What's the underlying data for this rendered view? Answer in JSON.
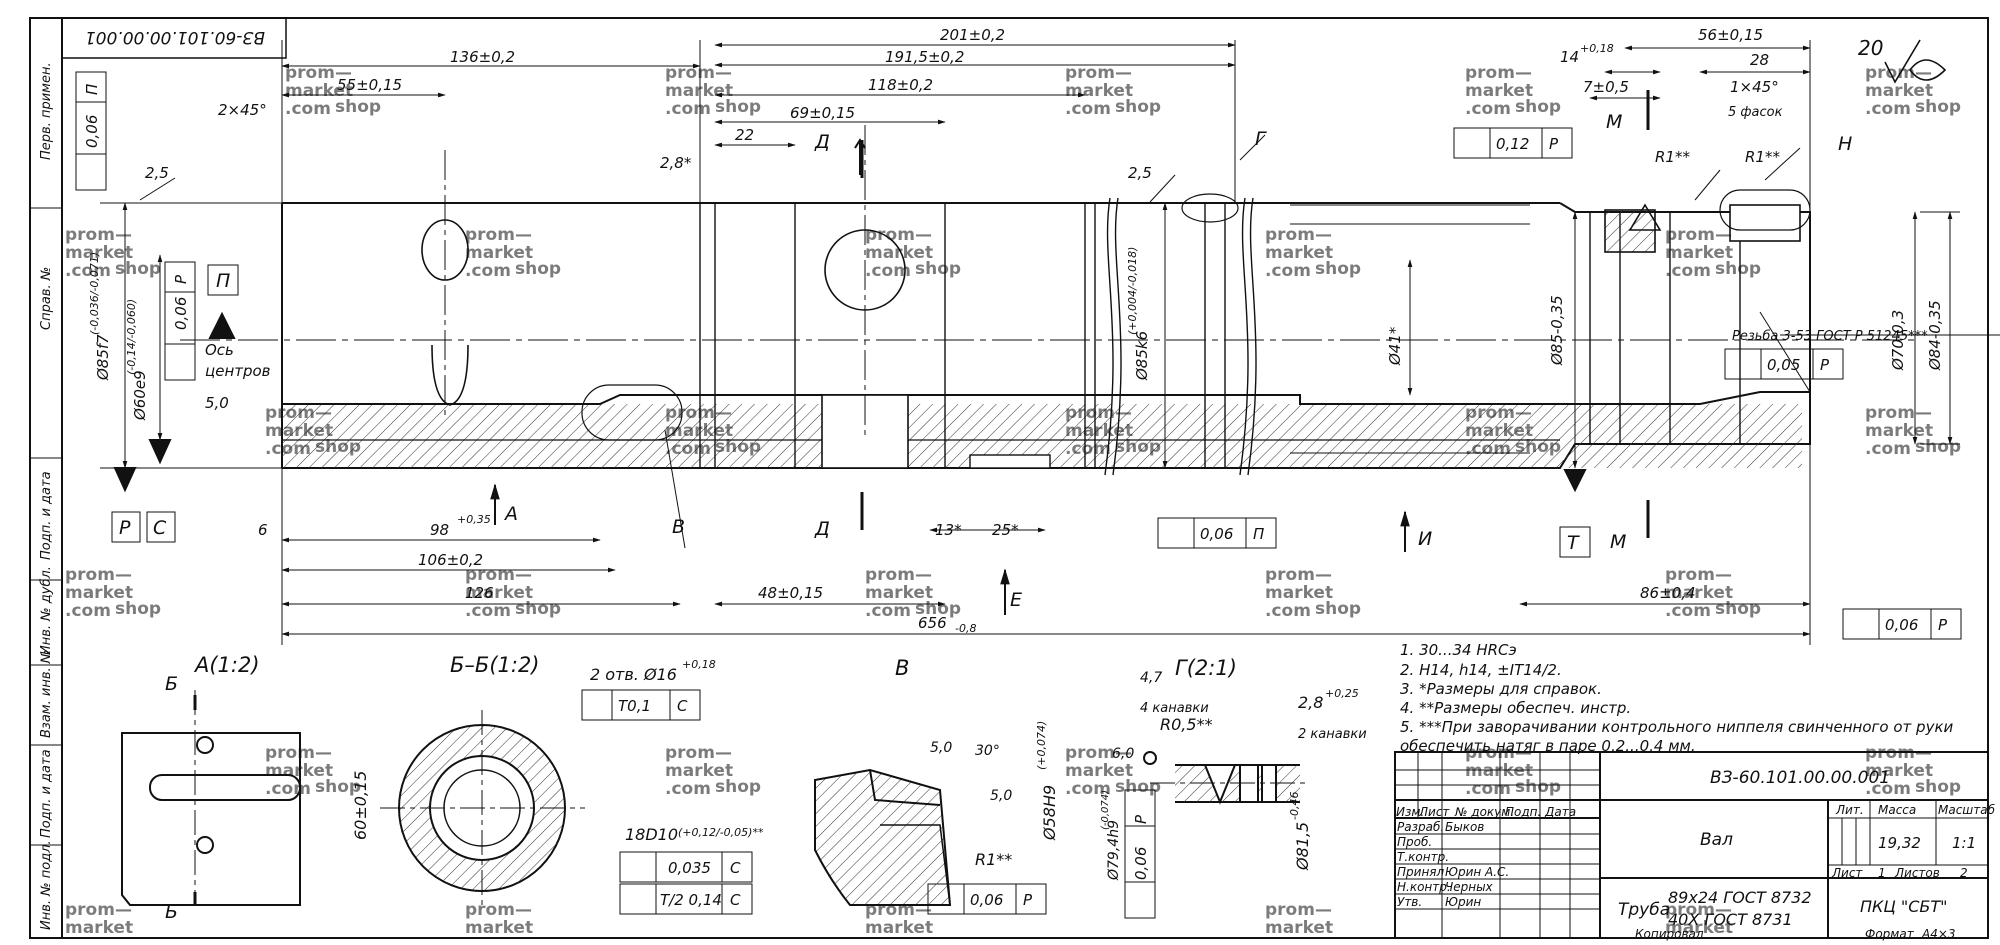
{
  "drawing_number": "ВЗ-60.101.00.00.001",
  "drawing_number_rotated": "ВЗ-60.101.00.00.001",
  "side_labels": [
    "Перв. примен.",
    "Справ. №",
    "Подп. и дата",
    "Инв. № дубл.",
    "Взам. инв. №",
    "Подп. и дата",
    "Инв. № подл."
  ],
  "dimensions": {
    "d136": "136±0,2",
    "d201": "201±0,2",
    "d1915": "191,5±0,2",
    "d118": "118±0,2",
    "d69": "69±0,15",
    "d55": "55±0,15",
    "c2x45": "2×45°",
    "d22": "22",
    "d28star": "2,8*",
    "d25top": "2,5",
    "d25left": "2,5",
    "d50left": "5,0",
    "d56": "56±0,15",
    "d28": "28",
    "d1x45": "1×45°",
    "fasok": "5 фасок",
    "d14": "14",
    "d14tol": "+0,18",
    "d7": "7±0,5",
    "r1a": "R1**",
    "r1b": "R1**",
    "dia85f7": "Ø85f7",
    "dia85f7tol": "(-0,036/-0,071)",
    "dia60e9": "Ø60e9",
    "dia60e9tol": "(-0,14/-0,060)",
    "dia85k6": "Ø85k6",
    "dia85k6tol": "(+0,004/-0,018)",
    "dia41": "Ø41*",
    "dia85m": "Ø85-0,35",
    "dia70": "Ø70-0,3",
    "dia84": "Ø84-0,35",
    "thread": "Резьба 3-53 ГОСТ Р 51245***",
    "axis_label_1": "Ось",
    "axis_label_2": "центров",
    "d98": "98",
    "d98tol": "+0,35",
    "d106": "106±0,2",
    "d126": "126",
    "d6": "6",
    "d48": "48±0,15",
    "d13": "13*",
    "d25star": "25*",
    "d656": "656",
    "d656tol": "-0,8",
    "d86": "86±0,4",
    "rough": "20"
  },
  "letters": {
    "A_arrow": "А",
    "V_lead": "В",
    "D_top": "Д",
    "D_bot": "Д",
    "E_arrow": "Е",
    "G_lead": "Г",
    "I_arrow": "И",
    "M_top": "М",
    "M_bot": "М",
    "N_lead": "Н",
    "P_box": "П",
    "R_box": "Р",
    "S_box": "С",
    "T_box": "Т"
  },
  "tolerance_frames": {
    "f1": {
      "v": "0,06",
      "b": "П"
    },
    "f2": {
      "v": "0,06",
      "b": "Р"
    },
    "f3": {
      "v": "0,12",
      "b": "Р"
    },
    "f4": {
      "v": "0,05",
      "b": "Р"
    },
    "f5": {
      "v": "0,06",
      "b": "П"
    },
    "f6": {
      "v": "0,06",
      "b": "Р"
    },
    "f7": {
      "v": "Т0,1",
      "b": "С"
    },
    "f8": {
      "v": "0,035",
      "b": "С"
    },
    "f9": {
      "v": "Т/2 0,14",
      "b": "С"
    },
    "f10": {
      "v": "0,06",
      "b": "Р"
    },
    "f11": {
      "v": "0,06",
      "b": "Р"
    }
  },
  "views": {
    "A_title": "А(1:2)",
    "BB_title": "Б–Б(1:2)",
    "V_title": "В",
    "G_title": "Г(2:1)",
    "B_mark_top": "Б",
    "B_mark_bot": "Б",
    "holes": "2 отв. Ø16",
    "holes_tol": "+0,18",
    "d60": "60±0,15",
    "d18d10": "18D10",
    "d18d10tol": "(+0,12/-0,05)**",
    "v_50a": "5,0",
    "v_30": "30°",
    "v_50b": "5,0",
    "v_58": "Ø58H9",
    "v_58tol": "(+0,074)",
    "v_r1": "R1**",
    "g_47": "4,7",
    "g_4k": "4 канавки",
    "g_r05": "R0,5**",
    "g_28": "2,8",
    "g_28tol": "+0,25",
    "g_2k": "2 канавки",
    "g_60": "6,0",
    "g_794": "Ø79,4h9",
    "g_794tol": "(-0,074)",
    "g_815": "Ø81,5",
    "g_815tol": "-0,46"
  },
  "notes": [
    "1. 30...34 HRCэ",
    "2. H14, h14, ±IT14/2.",
    "3. *Размеры для справок.",
    "4. **Размеры обеспеч. инстр.",
    "5. ***При заворачивании контрольного ниппеля свинченного от руки",
    "обеспечить натяг в паре 0,2...0,4 мм."
  ],
  "title_block": {
    "designation": "ВЗ-60.101.00.00.001",
    "name": "Вал",
    "head_izm": "Изм.",
    "head_list": "Лист",
    "head_doc": "№ докум.",
    "head_podp": "Подп.",
    "head_date": "Дата",
    "roles": [
      "Разраб.",
      "Проб.",
      "Т.контр.",
      "Принял",
      "Н.контр.",
      "Утв."
    ],
    "people": [
      "Быков",
      "",
      "",
      "Юрин А.С.",
      "Черных",
      "Юрин"
    ],
    "lit": "Лит.",
    "massa": "Масса",
    "masshtab": "Масштаб",
    "mass_value": "19,32",
    "scale_value": "1:1",
    "sheet_label": "Лист",
    "sheet_value": "1",
    "sheets_label": "Листов",
    "sheets_value": "2",
    "material_prefix": "Труба",
    "material_1": "89x24 ГОСТ 8732",
    "material_2": "40Х ГОСТ 8731",
    "org": "ПКЦ \"СБТ\"",
    "kopiroval": "Копировал",
    "format": "Формат",
    "format_value": "А4×3"
  },
  "watermark": {
    "l1": "prom—",
    "l2": "market",
    "l3": ".com",
    "l4": "shop"
  }
}
